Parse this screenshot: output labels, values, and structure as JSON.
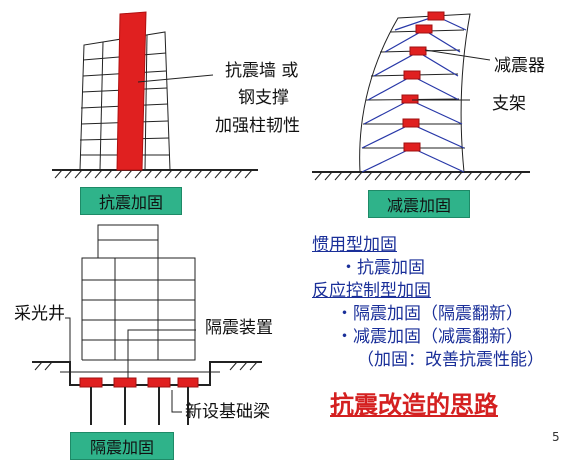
{
  "panels": {
    "seismic_strengthening": {
      "caption": "抗震加固",
      "label_wall": "抗震墙 或",
      "label_brace": "钢支撑",
      "label_column": "加强柱韧性"
    },
    "damping_strengthening": {
      "caption": "减震加固",
      "label_damper": "减震器",
      "label_bracket": "支架"
    },
    "isolation_strengthening": {
      "caption": "隔震加固",
      "label_lightwell": "采光井",
      "label_isolator": "隔震装置",
      "label_beam": "新设基础梁"
    }
  },
  "classification": {
    "heading_inertia": "惯用型加固",
    "item_seismic": "・抗震加固",
    "heading_response": "反应控制型加固",
    "item_isolation": "・隔震加固（隔震翻新）",
    "item_damping": "・减震加固（减震翻新）",
    "note": "（加固：改善抗震性能）"
  },
  "main_title": "抗震改造的思路",
  "page_number": "5",
  "colors": {
    "caption_bg": "#2fb38a",
    "wall_red": "#e02020",
    "text_blue": "#1a2f99",
    "title_red": "#d42020",
    "brace_blue": "#2838a8"
  }
}
